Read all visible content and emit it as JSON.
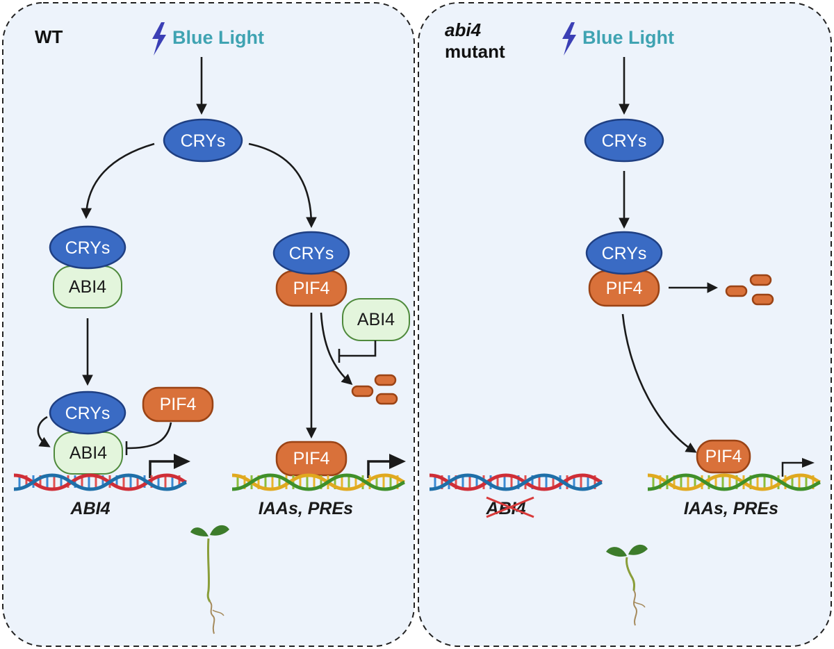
{
  "panels": {
    "wt": {
      "title": "WT",
      "light": "Blue Light",
      "cry_top": "CRYs",
      "left_complex": {
        "cry": "CRYs",
        "abi": "ABI4"
      },
      "right_complex": {
        "cry": "CRYs",
        "pif": "PIF4"
      },
      "abi4_free": "ABI4",
      "bottom_left": {
        "cry": "CRYs",
        "abi": "ABI4",
        "pif": "PIF4"
      },
      "bottom_right_pif": "PIF4",
      "gene_left": "ABI4",
      "gene_right": "IAAs, PREs"
    },
    "mutant": {
      "title_line1": "abi4",
      "title_line2": "mutant",
      "light": "Blue Light",
      "cry_top": "CRYs",
      "complex": {
        "cry": "CRYs",
        "pif": "PIF4"
      },
      "bottom_pif": "PIF4",
      "gene_left": "ABI4",
      "gene_right": "IAAs, PREs"
    }
  },
  "colors": {
    "cry": "#3a6bc4",
    "pif": "#d9713a",
    "abi": "#e3f5dc",
    "light_text": "#3fa3b2",
    "bolt": "#3b3fb5",
    "panel_bg": "#edf3fb"
  },
  "icons": [
    "lightning-bolt-icon",
    "dna-helix-icon",
    "transcription-arrow-icon",
    "seedling-icon",
    "degraded-protein-icon"
  ]
}
